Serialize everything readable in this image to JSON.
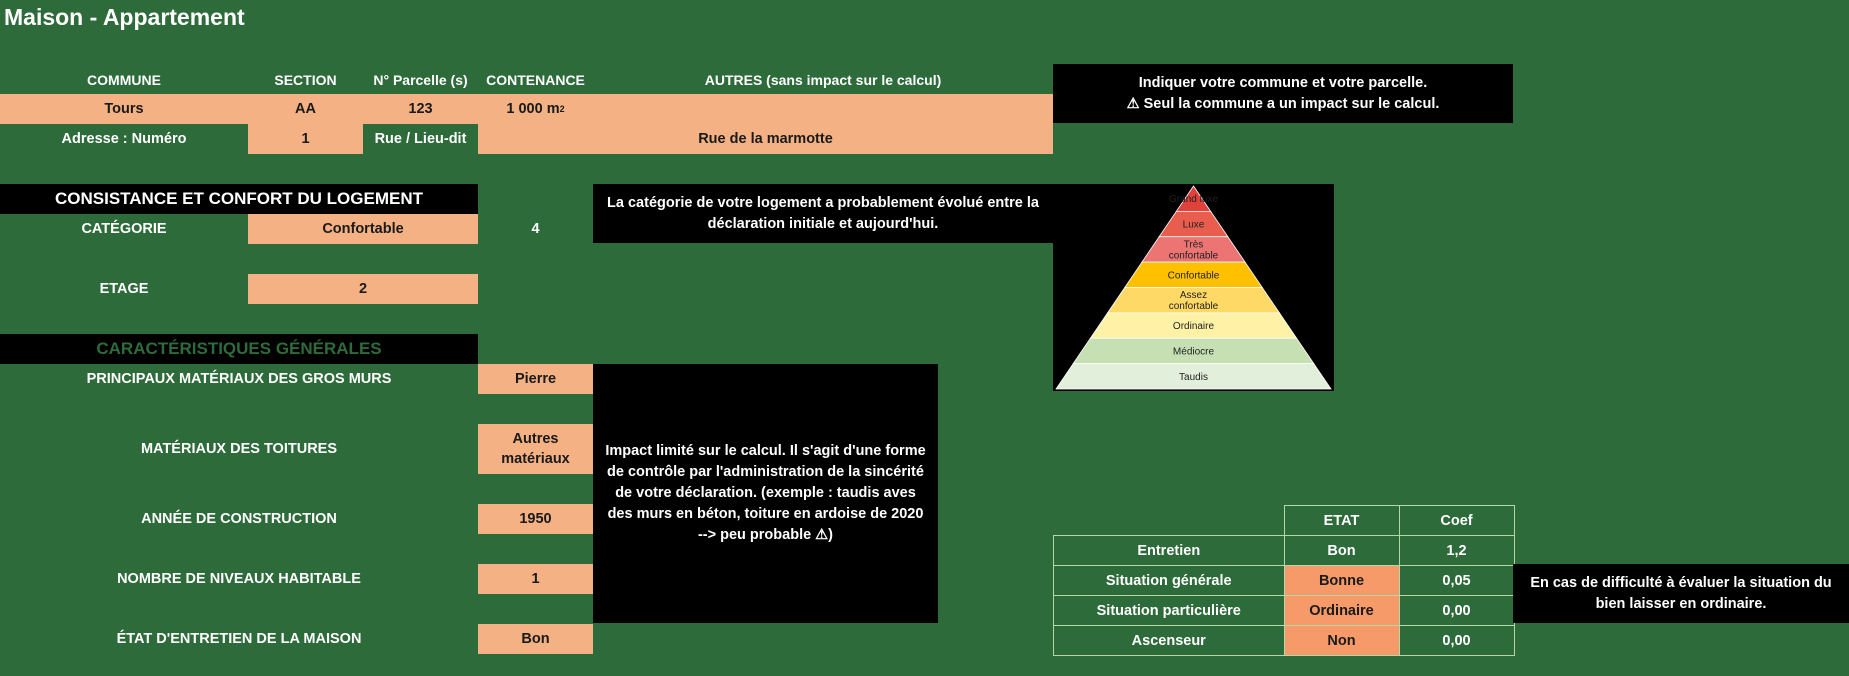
{
  "title": "Maison - Appartement",
  "parcel": {
    "headers": {
      "commune": "COMMUNE",
      "section": "SECTION",
      "parcelle": "N° Parcelle (s)",
      "contenance": "CONTENANCE",
      "autres": "AUTRES (sans impact sur le calcul)"
    },
    "commune": "Tours",
    "section": "AA",
    "parcelle": "123",
    "contenance": "1 000 m",
    "contenance_sup": "2",
    "adresse_label": "Adresse : Numéro",
    "numero": "1",
    "rue_label": "Rue / Lieu-dit",
    "rue": "Rue de la marmotte"
  },
  "note_commune": {
    "line1": "Indiquer votre commune et votre parcelle.",
    "line2": "⚠ Seul la commune a un impact sur le calcul."
  },
  "consistance": {
    "header": "CONSISTANCE ET CONFORT DU LOGEMENT",
    "categorie_label": "CATÉGORIE",
    "categorie_value": "Confortable",
    "categorie_num": "4",
    "etage_label": "ETAGE",
    "etage_value": "2"
  },
  "note_categorie": "La catégorie de votre logement a probablement évolué entre la déclaration initiale et aujourd'hui.",
  "pyramid": {
    "levels": [
      {
        "label": "Grand luxe",
        "color": "#e0413a"
      },
      {
        "label": "Luxe",
        "color": "#e85d4d"
      },
      {
        "label": "Très confortable",
        "color": "#ec7472"
      },
      {
        "label": "Confortable",
        "color": "#ffc000"
      },
      {
        "label": "Assez confortable",
        "color": "#ffd966"
      },
      {
        "label": "Ordinaire",
        "color": "#fff2a6"
      },
      {
        "label": "Médiocre",
        "color": "#c6e0b4"
      },
      {
        "label": "Taudis",
        "color": "#e2efda"
      }
    ]
  },
  "caracteristiques": {
    "header": "CARACTÉRISTIQUES GÉNÉRALES",
    "header_color": "#2e6b3a",
    "rows": [
      {
        "label": "PRINCIPAUX MATÉRIAUX DES GROS MURS",
        "value": "Pierre"
      },
      {
        "label": "MATÉRIAUX DES TOITURES",
        "value": "Autres matériaux"
      },
      {
        "label": "ANNÉE DE CONSTRUCTION",
        "value": "1950"
      },
      {
        "label": "NOMBRE DE NIVEAUX HABITABLE",
        "value": "1"
      },
      {
        "label": "ÉTAT D'ENTRETIEN DE LA MAISON",
        "value": "Bon"
      }
    ]
  },
  "note_impact": "Impact limité sur le calcul. Il s'agit d'une forme de contrôle par l'administration de la sincérité de votre déclaration. (exemple : taudis aves des murs en béton, toiture en ardoise de 2020 --> peu probable ⚠)",
  "etat_table": {
    "col_etat": "ETAT",
    "col_coef": "Coef",
    "rows": [
      {
        "label": "Entretien",
        "etat": "Bon",
        "coef": "1,2"
      },
      {
        "label": "Situation générale",
        "etat": "Bonne",
        "coef": "0,05"
      },
      {
        "label": "Situation particulière",
        "etat": "Ordinaire",
        "coef": "0,00"
      },
      {
        "label": "Ascenseur",
        "etat": "Non",
        "coef": "0,00"
      }
    ]
  },
  "note_situation": "En cas de difficulté à évaluer la situation du bien laisser en ordinaire."
}
